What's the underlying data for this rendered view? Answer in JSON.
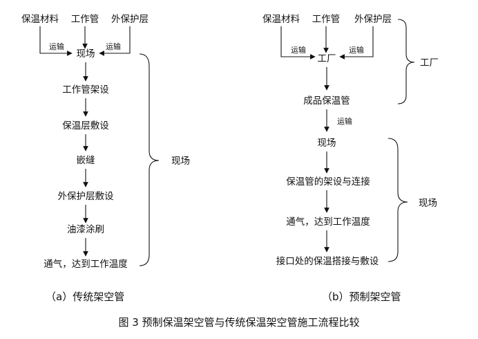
{
  "figure_caption": "图 3 预制保温架空管与传统保温架空管施工流程比较",
  "panel_a": {
    "label": "（a）传统架空管",
    "inputs": [
      "保温材料",
      "工作管",
      "外保护层"
    ],
    "transport_label": "运输",
    "steps": [
      "现场",
      "工作管架设",
      "保温层敷设",
      "嵌缝",
      "外保护层敷设",
      "油漆涂刷",
      "通气，达到工作温度"
    ],
    "bracket_label": "现场"
  },
  "panel_b": {
    "label": "（b）预制架空管",
    "inputs": [
      "保温材料",
      "工作管",
      "外保护层"
    ],
    "transport_label": "运输",
    "factory_steps": [
      "工厂",
      "成品保温管"
    ],
    "factory_bracket_label": "工厂",
    "site_steps": [
      "现场",
      "保温管的架设与连接",
      "通气，达到工作温度",
      "接口处的保温搭接与敷设"
    ],
    "site_bracket_label": "现场"
  }
}
